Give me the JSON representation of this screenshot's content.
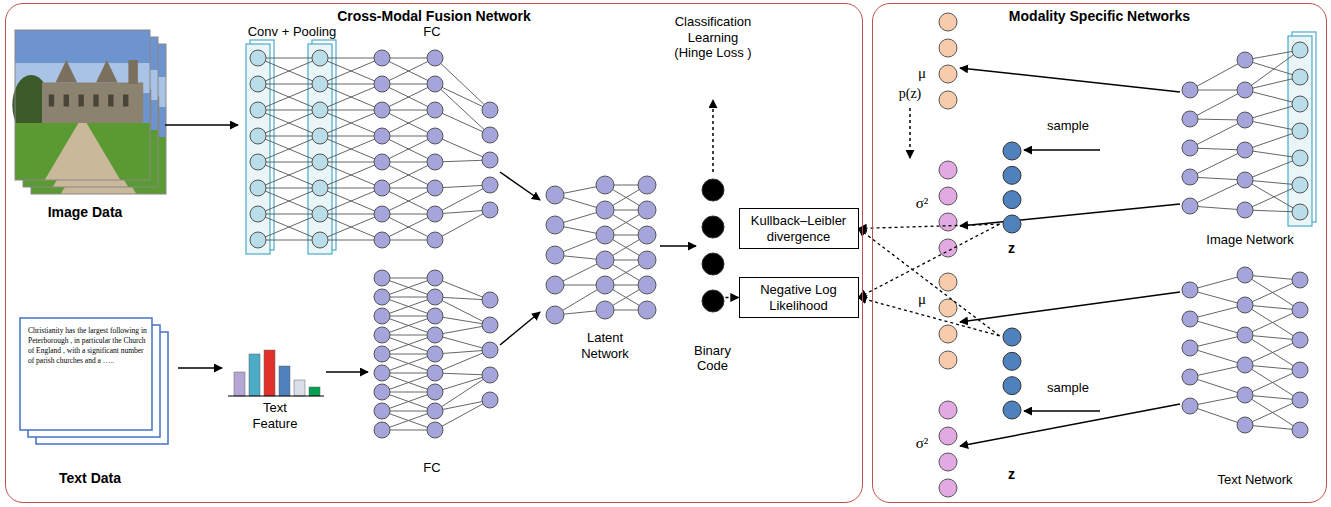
{
  "diagram": {
    "nodes": [
      {
        "text": [
          "Cross-Modal Fusion Network"
        ]
      },
      {
        "text": [
          "Binary Code"
        ],
        "in": 0
      },
      {
        "text": [
          "Kullback–Leibler divergence"
        ],
        "in": 0
      },
      {
        "text": [
          "Negative Log Likelihood"
        ],
        "in": 0
      },
      {
        "text": [
          "Modality Specific Networks"
        ]
      },
      {
        "text": [
          "z"
        ],
        "in": 4
      },
      {
        "text": [
          "z"
        ],
        "in": 4
      }
    ],
    "edges": [
      {
        "from": 1,
        "to": 3,
        "arrow": "to"
      },
      {
        "from": 5,
        "to": 2,
        "arrow": "to"
      },
      {
        "from": 5,
        "to": 3,
        "arrow": "to"
      },
      {
        "from": 6,
        "to": 2,
        "arrow": "to"
      },
      {
        "from": 6,
        "to": 3,
        "arrow": "to"
      }
    ],
    "labels": [
      "Conv + Pooling",
      "FC",
      "Classification Learning (Hinge Loss )",
      "Image Data",
      "Christianity has the largest following in Peterborough , in particular the Church of England , with a significant number of parish churches and a …..",
      "Text Feature",
      "Latent Network",
      "FC",
      "Text Data",
      "p(z)",
      "μ",
      "sample",
      "σ²",
      "Image Network",
      "μ",
      "sample",
      "σ²",
      "Text Network"
    ]
  }
}
